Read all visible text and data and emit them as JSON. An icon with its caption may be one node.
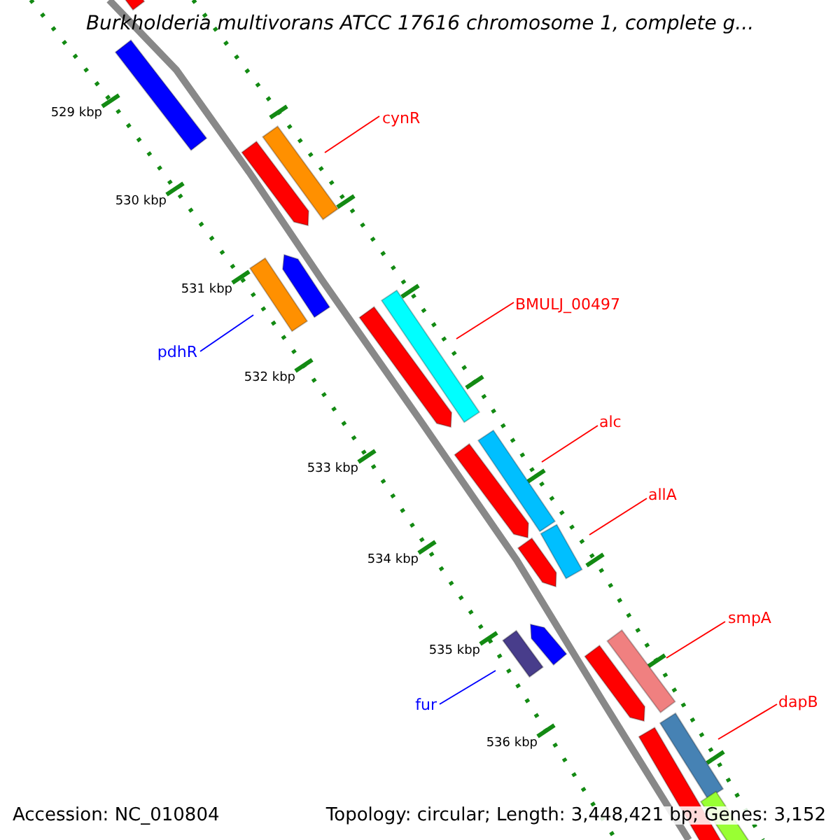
{
  "diagram": {
    "title": "Burkholderia multivorans ATCC 17616 chromosome 1, complete g...",
    "nodes": [
      {
        "text": [
          "cynR"
        ]
      },
      {
        "text": [],
        "shape": "bar"
      },
      {
        "text": [
          "BMULJ_00497"
        ]
      },
      {
        "text": [],
        "shape": "bar"
      },
      {
        "text": [
          "pdhR"
        ]
      },
      {
        "text": [],
        "shape": "bar"
      },
      {
        "text": [
          "alc"
        ]
      },
      {
        "text": [],
        "shape": "bar"
      },
      {
        "text": [
          "allA"
        ]
      },
      {
        "text": [],
        "shape": "bar"
      },
      {
        "text": [
          "smpA"
        ]
      },
      {
        "text": [],
        "shape": "bar"
      },
      {
        "text": [
          "dapB"
        ]
      },
      {
        "text": [],
        "shape": "bar"
      },
      {
        "text": [
          "fur"
        ]
      },
      {
        "text": [],
        "shape": "bar"
      },
      {
        "text": [],
        "shape": "bar"
      },
      {
        "text": [],
        "shape": "bar"
      },
      {
        "text": [],
        "shape": "bar"
      },
      {
        "text": [],
        "shape": "bar"
      },
      {
        "text": [],
        "shape": "bar"
      },
      {
        "text": [],
        "shape": "bar"
      },
      {
        "text": [],
        "shape": "bar"
      },
      {
        "text": [],
        "shape": "bar"
      },
      {
        "text": [],
        "shape": "bar"
      },
      {
        "text": [],
        "shape": "bar"
      },
      {
        "text": [],
        "shape": "bar"
      }
    ],
    "edges": [
      {
        "from": 0,
        "to": 1,
        "arrow": "none"
      },
      {
        "from": 2,
        "to": 3,
        "arrow": "none"
      },
      {
        "from": 4,
        "to": 5,
        "arrow": "none",
        "color": "#0000ff"
      },
      {
        "from": 6,
        "to": 7,
        "arrow": "none"
      },
      {
        "from": 8,
        "to": 9,
        "arrow": "none"
      },
      {
        "from": 10,
        "to": 11,
        "arrow": "none"
      },
      {
        "from": 12,
        "to": 13,
        "arrow": "none"
      },
      {
        "from": 14,
        "to": 15,
        "arrow": "none",
        "color": "#0000ff"
      }
    ],
    "labels": [
      "529 kbp",
      "530 kbp",
      "531 kbp",
      "532 kbp",
      "533 kbp",
      "534 kbp",
      "535 kbp",
      "536 kbp",
      "Accession: NC_010804",
      "Topology: circular; Length: 3,448,421 bp; Genes: 3,152"
    ]
  }
}
